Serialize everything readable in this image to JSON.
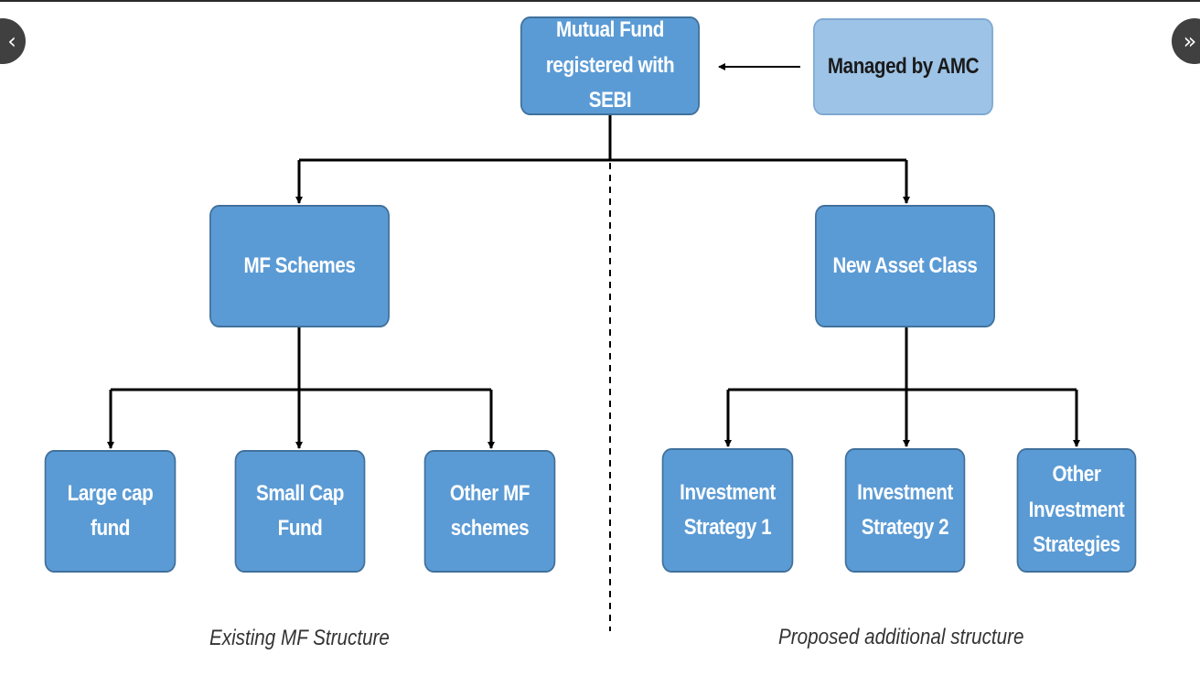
{
  "nodes": {
    "mutual_fund": "Mutual Fund\nregistered with SEBI",
    "amc": "Managed by AMC",
    "mf_schemes": "MF Schemes",
    "new_asset_class": "New Asset Class",
    "large_cap": "Large cap\nfund",
    "small_cap": "Small Cap\nFund",
    "other_mf": "Other MF\nschemes",
    "strategy1": "Investment\nStrategy 1",
    "strategy2": "Investment\nStrategy 2",
    "other_strategies": "Other\nInvestment\nStrategies"
  },
  "captions": {
    "existing": "Existing MF Structure",
    "proposed": "Proposed additional structure"
  },
  "nav": {
    "prev_icon": "‹",
    "next_icon": "»"
  },
  "colors": {
    "node_fill": "#5b9bd5",
    "node_border": "#41719c",
    "amc_fill": "#9dc3e6",
    "connector": "#000000"
  }
}
